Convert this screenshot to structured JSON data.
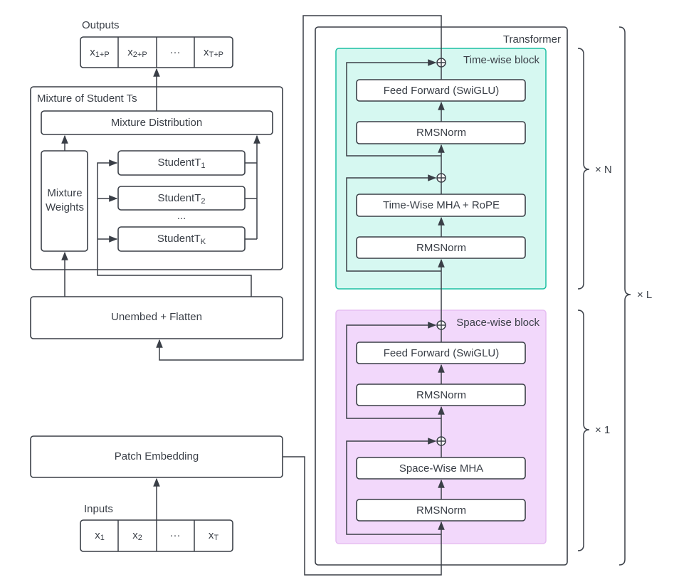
{
  "colors": {
    "line": "#3a3f47",
    "time_block_fill": "#d6f8f1",
    "time_block_border": "#1bbfa3",
    "space_block_fill": "#f2d8fb",
    "space_block_border": "#e6bdf2"
  },
  "outputs": {
    "label": "Outputs",
    "cells": [
      {
        "base": "x",
        "sub": "1+P"
      },
      {
        "base": "x",
        "sub": "2+P"
      },
      {
        "base": "···",
        "sub": ""
      },
      {
        "base": "x",
        "sub": "T+P"
      }
    ]
  },
  "mixture": {
    "title": "Mixture of Student Ts",
    "distribution": "Mixture Distribution",
    "weights_line1": "Mixture",
    "weights_line2": "Weights",
    "students": [
      {
        "base": "StudentT",
        "sub": "1"
      },
      {
        "base": "StudentT",
        "sub": "2"
      },
      {
        "base": "StudentT",
        "sub": "K"
      }
    ],
    "ellipsis": "..."
  },
  "unembed": "Unembed + Flatten",
  "patch_embedding": "Patch Embedding",
  "inputs": {
    "label": "Inputs",
    "cells": [
      {
        "base": "x",
        "sub": "1"
      },
      {
        "base": "x",
        "sub": "2"
      },
      {
        "base": "···",
        "sub": ""
      },
      {
        "base": "x",
        "sub": "T"
      }
    ]
  },
  "transformer": {
    "title": "Transformer",
    "time_block": {
      "title": "Time-wise block",
      "feed_forward": "Feed Forward (SwiGLU)",
      "norm1": "RMSNorm",
      "attention": "Time-Wise MHA + RoPE",
      "norm2": "RMSNorm"
    },
    "space_block": {
      "title": "Space-wise block",
      "feed_forward": "Feed Forward (SwiGLU)",
      "norm1": "RMSNorm",
      "attention": "Space-Wise MHA",
      "norm2": "RMSNorm"
    }
  },
  "repeats": {
    "time": "× N",
    "space": "× 1",
    "layers": "× L"
  }
}
